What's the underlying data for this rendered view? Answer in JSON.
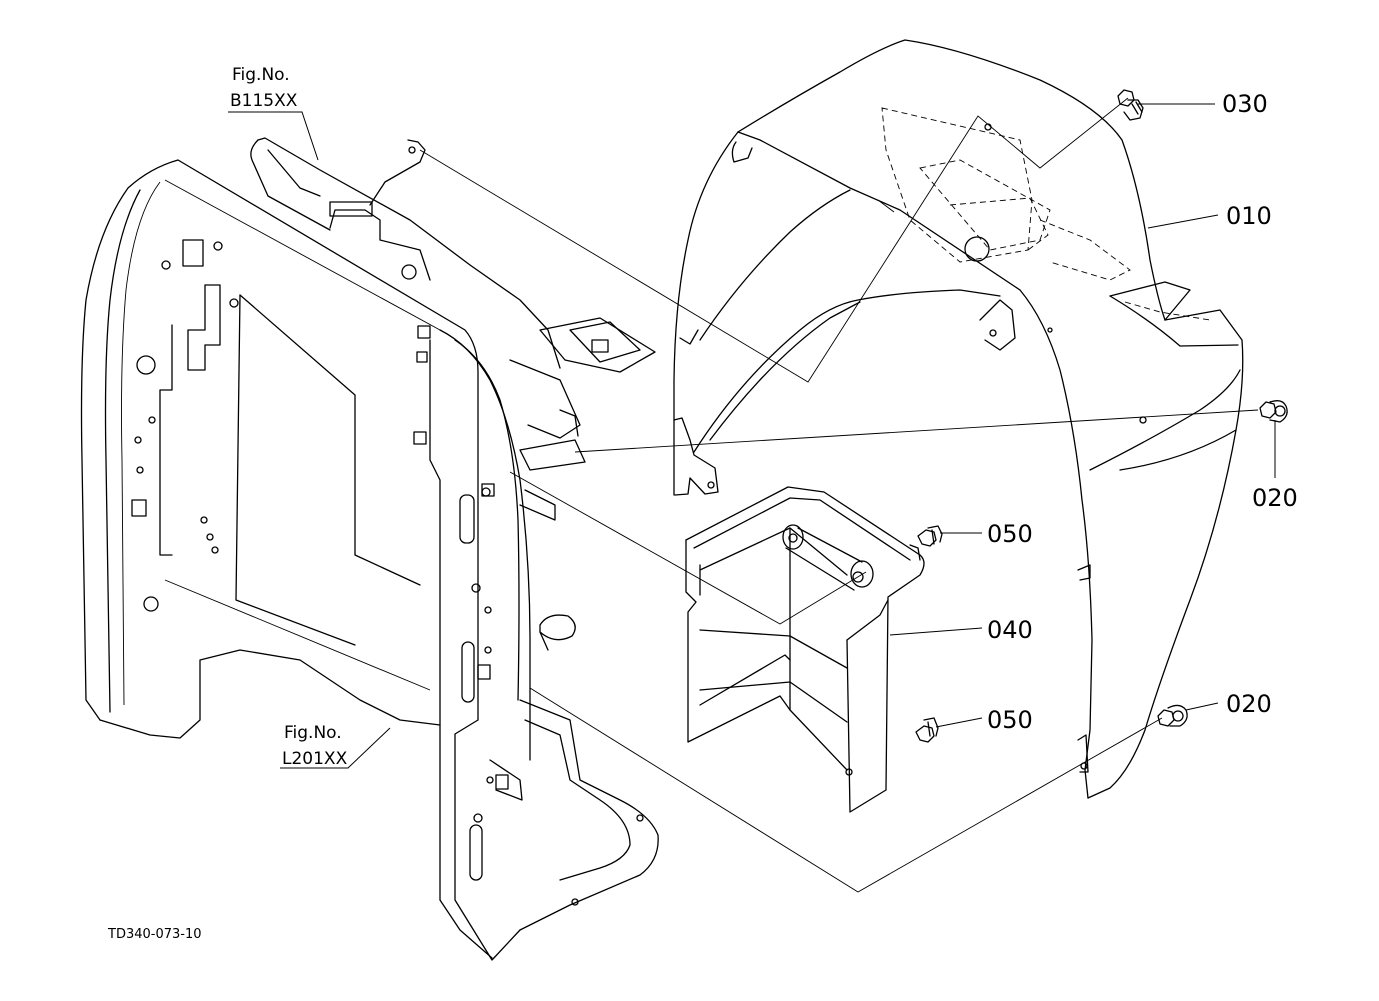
{
  "diagram": {
    "fig_refs": [
      {
        "label": "Fig.No.",
        "code": "B115XX"
      },
      {
        "label": "Fig.No.",
        "code": "L201XX"
      }
    ],
    "part_labels": [
      "030",
      "010",
      "020",
      "050",
      "040",
      "050",
      "020"
    ],
    "drawing_code": "TD340-073-10"
  }
}
